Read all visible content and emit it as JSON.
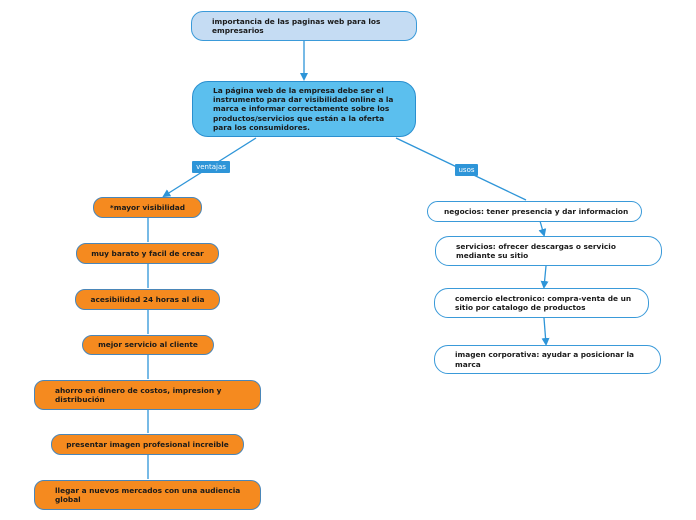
{
  "root": {
    "text": "importancia de las paginas web para los empresarios"
  },
  "main": {
    "text": "La página web de la empresa debe ser el instrumento para dar visibilidad online a la marca e informar correctamente sobre los productos/servicios que están a la oferta para los consumidores."
  },
  "labels": {
    "left": "ventajas",
    "right": "usos"
  },
  "ventajas": [
    "*mayor visibilidad",
    "muy barato y facil de crear",
    "acesibilidad 24 horas al dia",
    "mejor servicio al cliente",
    "ahorro en dinero de costos, impresion y distribución",
    "presentar imagen profesional increible",
    "llegar a nuevos mercados con una audiencia global"
  ],
  "usos": [
    "negocios: tener presencia y dar informacion",
    "servicios: ofrecer descargas o servicio mediante su sitio",
    "comercio electronico: compra-venta de un sitio por catalogo de productos",
    "imagen corporativa: ayudar a posicionar la marca"
  ],
  "colors": {
    "root_fill": "#c5dcf3",
    "main_fill": "#5bbfee",
    "ventaja_fill": "#f58a1f",
    "uso_fill": "#ffffff",
    "connector": "#2e95d8"
  }
}
